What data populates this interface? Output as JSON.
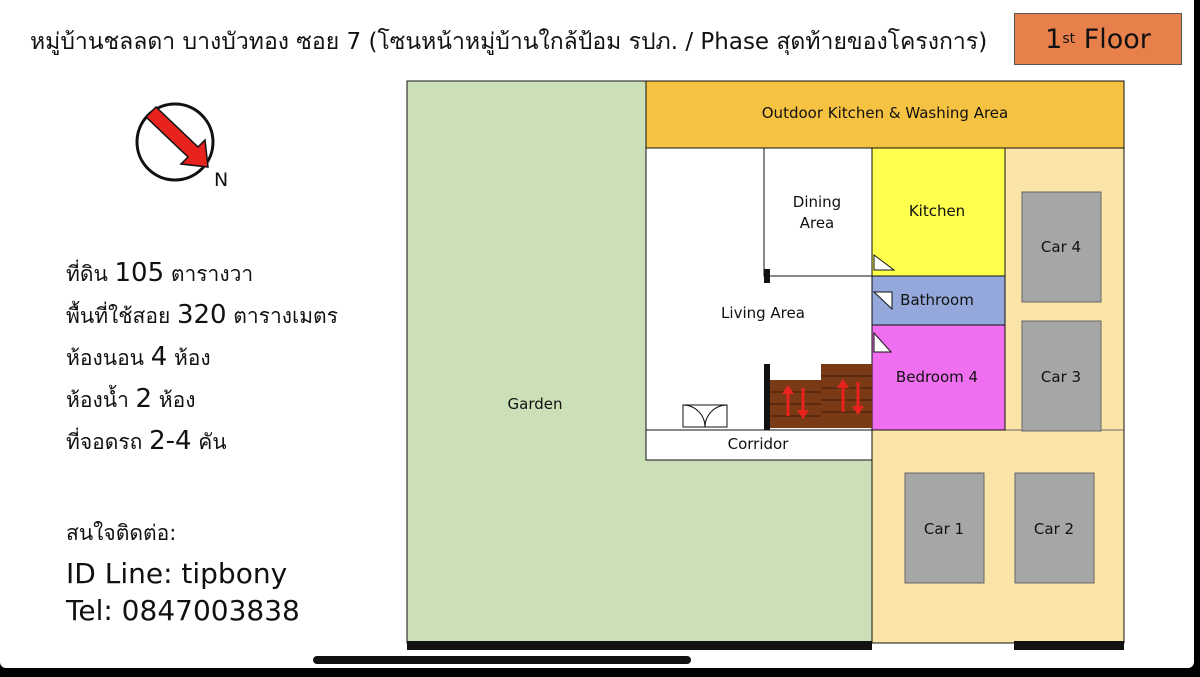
{
  "header": {
    "title": "หมู่บ้านชลลดา บางบัวทอง ซอย 7 (โซนหน้าหมู่บ้านใกล้ป้อม รปภ. / Phase สุดท้ายของโครงการ)",
    "floor_main": "1",
    "floor_sup": "st",
    "floor_word": "Floor"
  },
  "compass": {
    "label": "N"
  },
  "details": [
    {
      "pre": "ที่ดิน ",
      "num": "105",
      "post": " ตารางวา"
    },
    {
      "pre": "พื้นที่ใช้สอย ",
      "num": "320",
      "post": " ตารางเมตร"
    },
    {
      "pre": "ห้องนอน ",
      "num": "4",
      "post": " ห้อง"
    },
    {
      "pre": "ห้องน้ำ ",
      "num": "2",
      "post": " ห้อง"
    },
    {
      "pre": "ที่จอดรถ ",
      "num": "2-4",
      "post": " คัน"
    }
  ],
  "contact": {
    "heading": "สนใจติดต่อ:",
    "line_id": "ID Line: tipbony",
    "tel": "Tel: 0847003838"
  },
  "rooms": {
    "outdoor_kitchen": "Outdoor Kitchen & Washing Area",
    "dining_line1": "Dining",
    "dining_line2": "Area",
    "kitchen": "Kitchen",
    "bathroom": "Bathroom",
    "living": "Living Area",
    "bedroom4": "Bedroom 4",
    "garden": "Garden",
    "corridor": "Corridor",
    "car1": "Car 1",
    "car2": "Car 2",
    "car3": "Car 3",
    "car4": "Car 4"
  },
  "colors": {
    "garden": "#cce0b8",
    "outdoor_kitchen": "#f5c242",
    "kitchen": "#ffff4d",
    "bathroom": "#95a8dc",
    "bedroom": "#f06ef0",
    "parking": "#fae4a8",
    "car": "#a6a6a6",
    "stairs": "#7b3a16",
    "badge": "#e8804b",
    "arrow": "#e8231e"
  }
}
